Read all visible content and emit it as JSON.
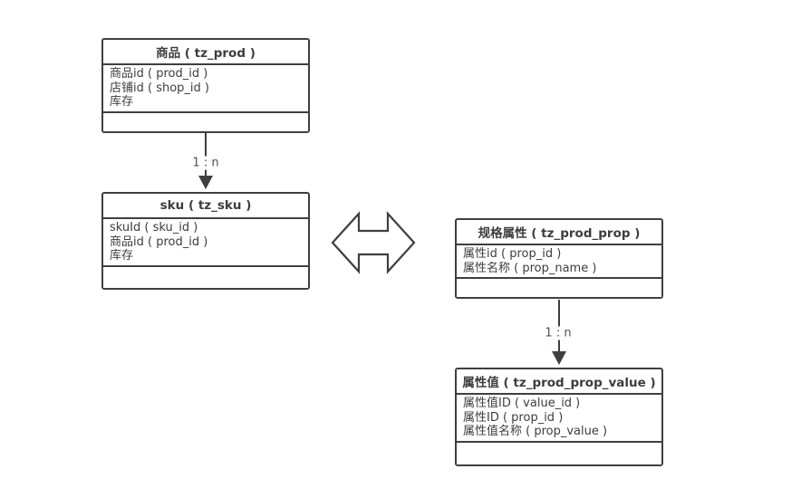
{
  "diagram": {
    "entities": [
      {
        "id": "prod",
        "title": "商品 ( tz_prod )",
        "fields": [
          "商品id ( prod_id )",
          "店铺id ( shop_id )",
          "库存"
        ]
      },
      {
        "id": "sku",
        "title": "sku ( tz_sku )",
        "fields": [
          "skuId ( sku_id )",
          "商品id ( prod_id )",
          "库存"
        ]
      },
      {
        "id": "prod_prop",
        "title": "规格属性 ( tz_prod_prop )",
        "fields": [
          "属性id ( prop_id )",
          "属性名称 ( prop_name )"
        ]
      },
      {
        "id": "prod_prop_value",
        "title": "属性值 ( tz_prod_prop_value )",
        "fields": [
          "属性值ID ( value_id )",
          "属性ID ( prop_id )",
          "属性值名称 ( prop_value )"
        ]
      }
    ],
    "connectors": [
      {
        "from": "prod",
        "to": "sku",
        "label": "1 : n"
      },
      {
        "from": "prod_prop",
        "to": "prod_prop_value",
        "label": "1 : n"
      }
    ],
    "icons": {
      "relation_icon": "left-right-double-arrow"
    },
    "colors": {
      "line": "#3f3f3f",
      "text": "#3d3d3d",
      "label_text": "#4f4f4f",
      "background": "#ffffff"
    }
  }
}
